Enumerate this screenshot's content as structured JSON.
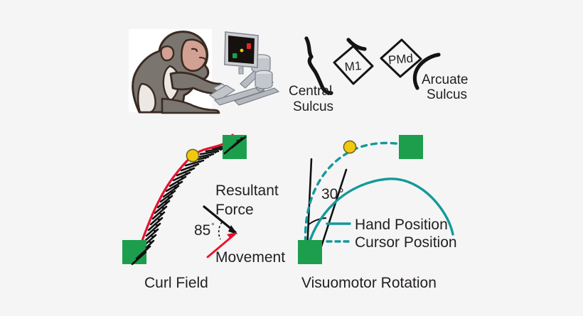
{
  "figure": {
    "background_color": "#f5f5f5",
    "panels": [
      {
        "id": "apparatus",
        "label": ""
      },
      {
        "id": "brain",
        "label": ""
      },
      {
        "id": "curl_field",
        "label": "Curl Field"
      },
      {
        "id": "visuomotor",
        "label": "Visuomotor Rotation"
      }
    ]
  },
  "apparatus": {
    "subject": "macaque-monkey",
    "monitor": {
      "screen_color": "#16100f",
      "targets": [
        {
          "name": "start-target",
          "color": "#1c9e4d"
        },
        {
          "name": "cursor-dot",
          "color": "#f2c80f"
        },
        {
          "name": "goal-target",
          "color": "#d92b2b"
        }
      ]
    },
    "manipulandum": {
      "color": "#b9bcc0"
    }
  },
  "brain": {
    "areas": [
      {
        "name": "M1",
        "label": "M1"
      },
      {
        "name": "PMd",
        "label": "PMd"
      }
    ],
    "sulci": [
      {
        "name": "central-sulcus",
        "line1": "Central",
        "line2": "Sulcus"
      },
      {
        "name": "arcuate-sulcus",
        "line1": "Arcuate",
        "line2": "Sulcus"
      }
    ]
  },
  "curl_field": {
    "title": "Curl Field",
    "annotations": {
      "resultant_force_line1": "Resultant",
      "resultant_force_line2": "Force",
      "movement": "Movement",
      "angle_value": "85",
      "angle_unit": "°"
    },
    "colors": {
      "trajectory": "#e8112d",
      "force_arrows": "#111111",
      "target": "#1c9e4d",
      "cursor": "#f2c80f"
    },
    "elements": {
      "start_target": "start-target",
      "end_target": "end-target",
      "cursor_dot": "cursor-dot",
      "force_field_arrow_count": 22
    }
  },
  "visuomotor": {
    "title": "Visuomotor Rotation",
    "annotations": {
      "angle_value": "30",
      "angle_unit": "°",
      "angle_label": "30°"
    },
    "legend": [
      {
        "name": "hand-position",
        "label": "Hand Position",
        "style": "solid",
        "color": "#14999b"
      },
      {
        "name": "cursor-position",
        "label": "Cursor Position",
        "style": "dashed",
        "color": "#14999b"
      }
    ],
    "colors": {
      "hand": "#14999b",
      "cursor": "#14999b",
      "reference_lines": "#111111",
      "target": "#1c9e4d",
      "cursor_dot": "#f2c80f"
    },
    "elements": {
      "start_target": "start-target",
      "goal_target": "goal-target",
      "cursor_dot": "cursor-dot"
    }
  }
}
